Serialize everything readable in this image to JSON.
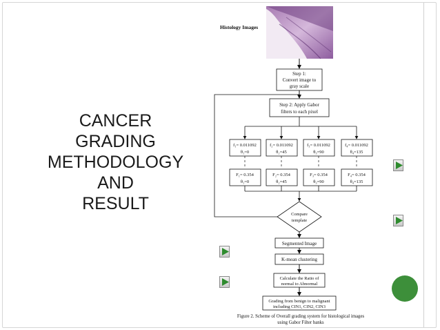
{
  "slide": {
    "title_lines": [
      "CANCER",
      "GRADING",
      "METHODOLOGY",
      "AND",
      "RESULT"
    ]
  },
  "diagram": {
    "image_label": "Histology  Images",
    "step1": [
      "Step 1:",
      "Convert image to",
      "gray scale"
    ],
    "step2": [
      "Step  2:  Apply  Gabor",
      "filters to each pixel"
    ],
    "filters_f": [
      [
        "f₁= 0.011092",
        "θ₁=0"
      ],
      [
        "f₂= 0.011092",
        "θ₂=45"
      ],
      [
        "f₃= 0.011092",
        "θ₃=90"
      ],
      [
        "f₄= 0.011092",
        "θ₄=135"
      ]
    ],
    "filters_F": [
      [
        "F₁= 0.354",
        "θ₁=0"
      ],
      [
        "F₂= 0.354",
        "θ₂=45"
      ],
      [
        "F₃= 0.354",
        "θ₃=90"
      ],
      [
        "F₄= 0.354",
        "θ₄=135"
      ]
    ],
    "compare": [
      "Compare",
      "template"
    ],
    "segmented": "Segmented Image",
    "kmean": "K-mean  clustering",
    "ratio": [
      "Calculate the Ratio of",
      "normal to Abnormal"
    ],
    "grading": [
      "Grading  from  benign to malignant",
      "including CIN1, CIN2, CIN3"
    ],
    "caption": [
      "Figure 2.  Scheme of Overall grading system for histological images",
      "using Gabor Filter banks"
    ]
  },
  "colors": {
    "accent_green": "#3d8f3a",
    "nav_arrow": "#2e8b2e",
    "tissue_pink": "#c9a7cf",
    "tissue_purple": "#7a4a8c"
  },
  "icons": [
    "nav-arrow-icon",
    "decorative-circle"
  ]
}
